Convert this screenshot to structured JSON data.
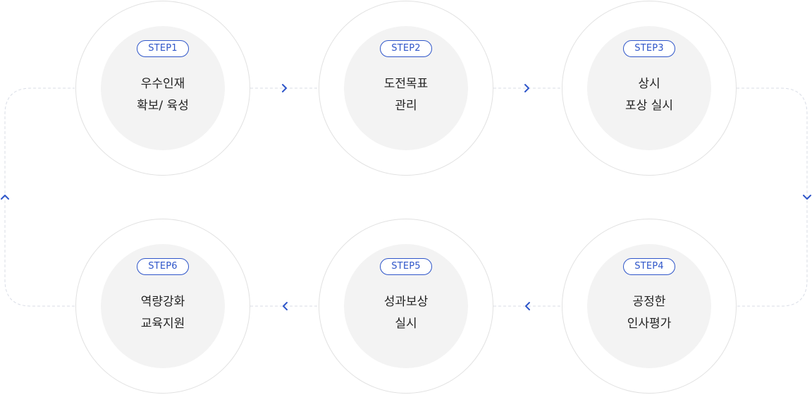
{
  "colors": {
    "accent": "#2f56c9",
    "circle_fill": "#f3f3f3",
    "dashed_line": "#d9dde6"
  },
  "steps": [
    {
      "badge": "STEP1",
      "line1": "우수인재",
      "line2": "확보/ 육성"
    },
    {
      "badge": "STEP2",
      "line1": "도전목표",
      "line2": "관리"
    },
    {
      "badge": "STEP3",
      "line1": "상시",
      "line2": "포상 실시"
    },
    {
      "badge": "STEP4",
      "line1": "공정한",
      "line2": "인사평가"
    },
    {
      "badge": "STEP5",
      "line1": "성과보상",
      "line2": "실시"
    },
    {
      "badge": "STEP6",
      "line1": "역량강화",
      "line2": "교육지원"
    }
  ],
  "arrows": [
    {
      "icon": "chevron-right-icon"
    },
    {
      "icon": "chevron-right-icon"
    },
    {
      "icon": "chevron-down-icon"
    },
    {
      "icon": "chevron-left-icon"
    },
    {
      "icon": "chevron-left-icon"
    },
    {
      "icon": "chevron-up-icon"
    }
  ]
}
